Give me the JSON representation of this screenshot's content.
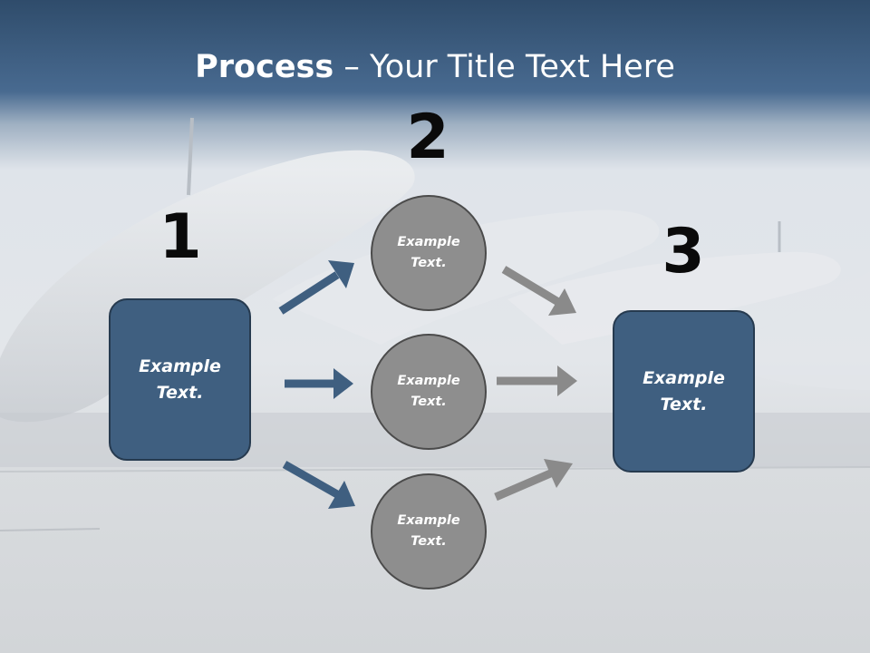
{
  "slide": {
    "title_bold": "Process",
    "title_rest": " – Your Title Text Here",
    "colors": {
      "header_band": "#3e6088",
      "box_fill": "#3f5f80",
      "circle_fill": "#8e8e8e",
      "blue_arrow": "#3f5f80",
      "gray_arrow": "#8a8a8a"
    }
  },
  "steps": {
    "n1": "1",
    "n2": "2",
    "n3": "3"
  },
  "nodes": {
    "left_box": "Example Text.",
    "circle_top": "Example Text.",
    "circle_mid": "Example Text.",
    "circle_bottom": "Example Text.",
    "right_box": "Example Text."
  }
}
